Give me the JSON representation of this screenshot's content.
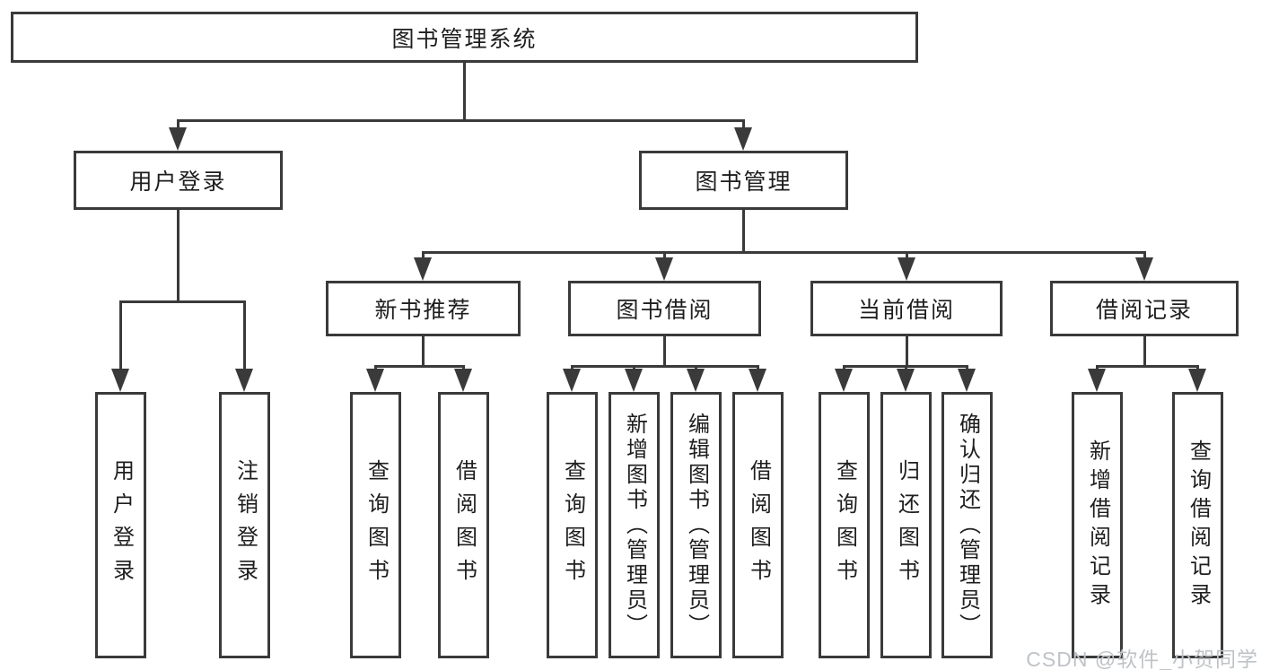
{
  "diagram": {
    "root": {
      "label": "图书管理系统",
      "children": [
        {
          "label": "用户登录",
          "children": [
            {
              "label": "用户登录"
            },
            {
              "label": "注销登录"
            }
          ]
        },
        {
          "label": "图书管理",
          "children": [
            {
              "label": "新书推荐",
              "children": [
                {
                  "label": "查询图书"
                },
                {
                  "label": "借阅图书"
                }
              ]
            },
            {
              "label": "图书借阅",
              "children": [
                {
                  "label": "查询图书"
                },
                {
                  "label": "新增图书（管理员）"
                },
                {
                  "label": "编辑图书（管理员）"
                },
                {
                  "label": "借阅图书"
                }
              ]
            },
            {
              "label": "当前借阅",
              "children": [
                {
                  "label": "查询图书"
                },
                {
                  "label": "归还图书"
                },
                {
                  "label": "确认归还（管理员）"
                }
              ]
            },
            {
              "label": "借阅记录",
              "children": [
                {
                  "label": "新增借阅记录"
                },
                {
                  "label": "查询借阅记录"
                }
              ]
            }
          ]
        }
      ]
    }
  },
  "colors": {
    "line": "#3a3a3a",
    "text": "#1e1e1e",
    "watermark": "#bfc3c7"
  },
  "watermark": {
    "text": "CSDN @软件_小贺同学"
  }
}
